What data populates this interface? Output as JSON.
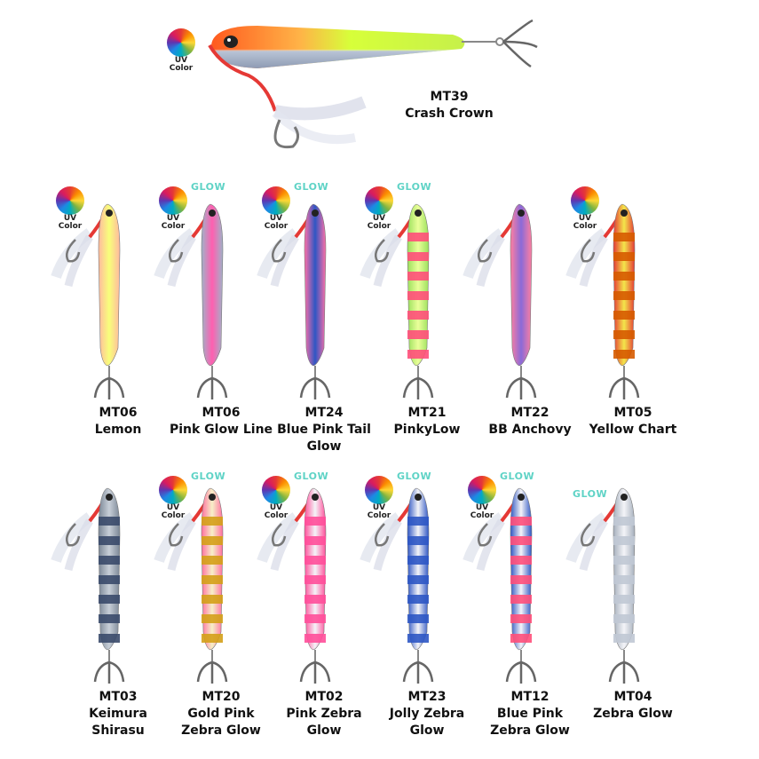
{
  "uv_badge": {
    "line1": "UV",
    "line2": "Color"
  },
  "glow_badge": "GLOW",
  "featured": {
    "code": "MT39",
    "name": "Crash Crown"
  },
  "row1": [
    {
      "code": "MT06",
      "name": "Lemon",
      "uv": true,
      "glow": false
    },
    {
      "code": "MT06",
      "name": "Pink Glow Line",
      "uv": true,
      "glow": true
    },
    {
      "code": "MT24",
      "name": "Blue Pink Tail Glow",
      "uv": true,
      "glow": true
    },
    {
      "code": "MT21",
      "name": "PinkyLow",
      "uv": true,
      "glow": true
    },
    {
      "code": "MT22",
      "name": "BB Anchovy",
      "uv": false,
      "glow": false
    },
    {
      "code": "MT05",
      "name": "Yellow Chart",
      "uv": true,
      "glow": false
    }
  ],
  "row2": [
    {
      "code": "MT03",
      "name": "Keimura Shirasu",
      "uv": false,
      "glow": false
    },
    {
      "code": "MT20",
      "name": "Gold Pink Zebra Glow",
      "uv": true,
      "glow": true
    },
    {
      "code": "MT02",
      "name": "Pink Zebra Glow",
      "uv": true,
      "glow": true
    },
    {
      "code": "MT23",
      "name": "Jolly Zebra Glow",
      "uv": true,
      "glow": true
    },
    {
      "code": "MT12",
      "name": "Blue Pink Zebra Glow",
      "uv": true,
      "glow": true
    },
    {
      "code": "MT04",
      "name": "Zebra Glow",
      "uv": false,
      "glow": true
    }
  ],
  "colors": {
    "label_text": "#111111",
    "glow_text": "#5fd3c6",
    "assist_cord": "#e53935",
    "feather": "#d9dce8"
  }
}
